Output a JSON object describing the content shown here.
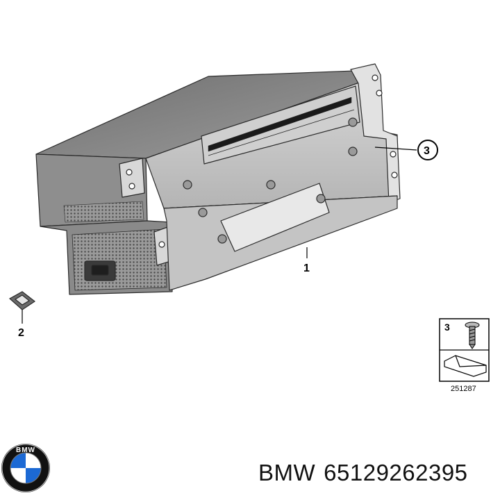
{
  "callouts": {
    "main_unit": "1",
    "cover": "2",
    "screw": "3"
  },
  "hardware_box": {
    "item_number": "3",
    "reference_number": "251287"
  },
  "part_label": {
    "brand": "BMW",
    "part_number": "65129262395"
  },
  "logo": {
    "text": "BMW",
    "colors": {
      "blue": "#1c69d4",
      "ring": "#111111",
      "white": "#ffffff"
    }
  },
  "colors": {
    "housing_top": "#8a8a8a",
    "housing_front": "#c9c9c9",
    "housing_side": "#7c7c7c",
    "bracket": "#dcdcdc",
    "outline": "#2a2a2a"
  }
}
